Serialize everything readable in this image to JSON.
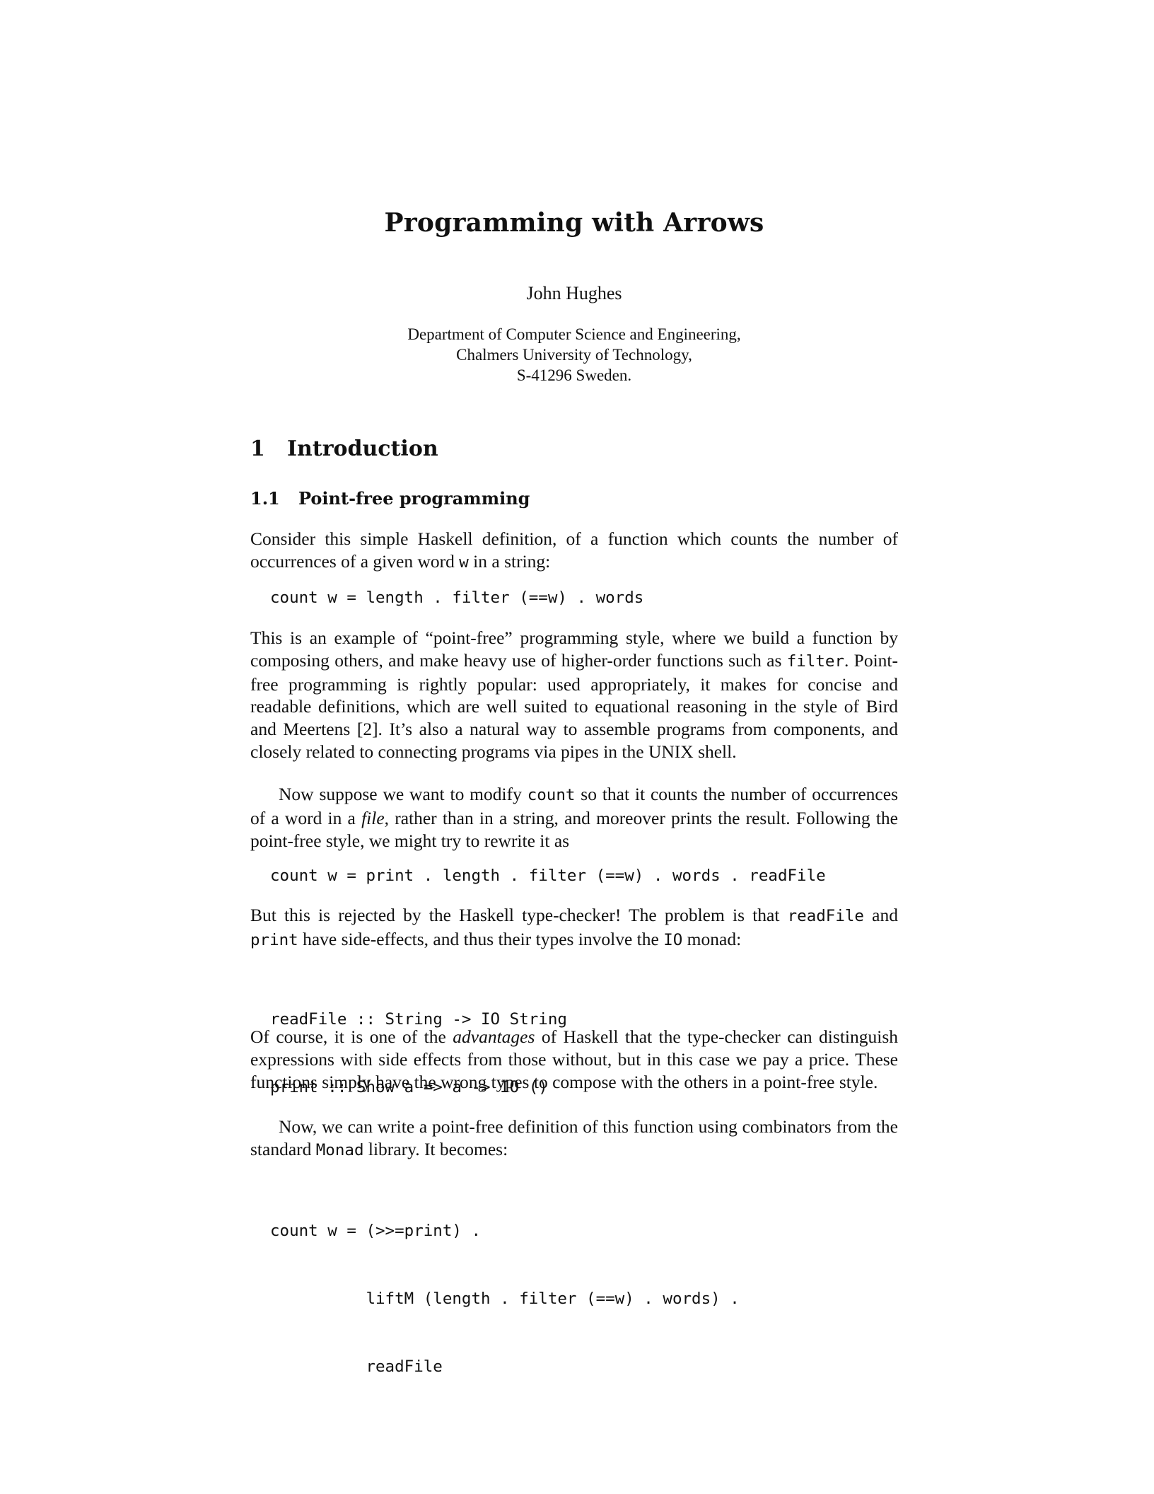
{
  "title": "Programming with Arrows",
  "author": "John Hughes",
  "affiliation": [
    "Department of Computer Science and Engineering,",
    "Chalmers University of Technology,",
    "S-41296 Sweden."
  ],
  "section": {
    "number": "1",
    "title": "Introduction"
  },
  "subsection": {
    "number": "1.1",
    "title": "Point-free programming"
  },
  "p1": {
    "a": "Consider this simple Haskell definition, of a function which counts the number of occurrences of a given word ",
    "code_w": "w",
    "b": " in a string:"
  },
  "code1": "count w = length . filter (==w) . words",
  "p2": {
    "a": "This is an example of “point-free” programming style, where we build a function by composing others, and make heavy use of higher-order functions such as ",
    "code_filter": "filter",
    "b": ". Point-free programming is rightly popular: used appropriately, it makes for concise and readable definitions, which are well suited to equational reasoning in the style of Bird and Meertens [2]. It’s also a natural way to assemble programs from components, and closely related to connecting programs via pipes in the UNIX shell."
  },
  "p3": {
    "a": "Now suppose we want to modify ",
    "code_count": "count",
    "b": " so that it counts the number of occurrences of a word in a ",
    "em_file": "file",
    "c": ", rather than in a string, and moreover prints the result. Following the point-free style, we might try to rewrite it as"
  },
  "code2": "count w = print . length . filter (==w) . words . readFile",
  "p4": {
    "a": "But this is rejected by the Haskell type-checker! The problem is that ",
    "code_readFile": "readFile",
    "b": " and ",
    "code_print": "print",
    "c": " have side-effects, and thus their types involve the ",
    "code_IO": "IO",
    "d": " monad:"
  },
  "code3": [
    "readFile :: String -> IO String",
    "print :: Show a => a -> IO ()"
  ],
  "p5": {
    "a": "Of course, it is one of the ",
    "em_advantages": "advantages",
    "b": " of Haskell that the type-checker can distinguish expressions with side effects from those without, but in this case we pay a price. These functions simply have the wrong types to compose with the others in a point-free style."
  },
  "p6": {
    "a": "Now, we can write a point-free definition of this function using combinators from the standard ",
    "code_Monad": "Monad",
    "b": " library. It becomes:"
  },
  "code4": [
    "count w = (>>=print) .",
    "          liftM (length . filter (==w) . words) .",
    "          readFile"
  ]
}
